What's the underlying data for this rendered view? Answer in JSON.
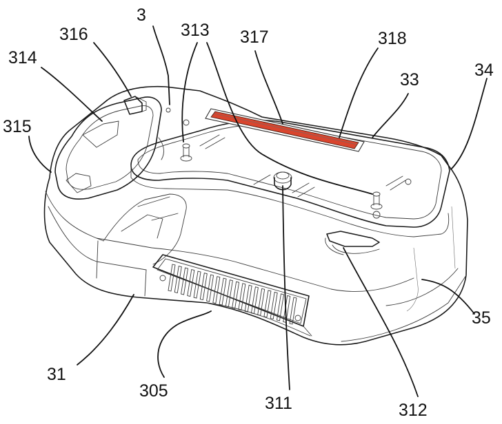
{
  "figure": {
    "accent_color": "#d9452e",
    "labels": {
      "l3": "3",
      "l313": "313",
      "l317": "317",
      "l316": "316",
      "l318": "318",
      "l314": "314",
      "l33": "33",
      "l34": "34",
      "l315": "315",
      "l35": "35",
      "l31": "31",
      "l305": "305",
      "l311": "311",
      "l312": "312"
    }
  }
}
